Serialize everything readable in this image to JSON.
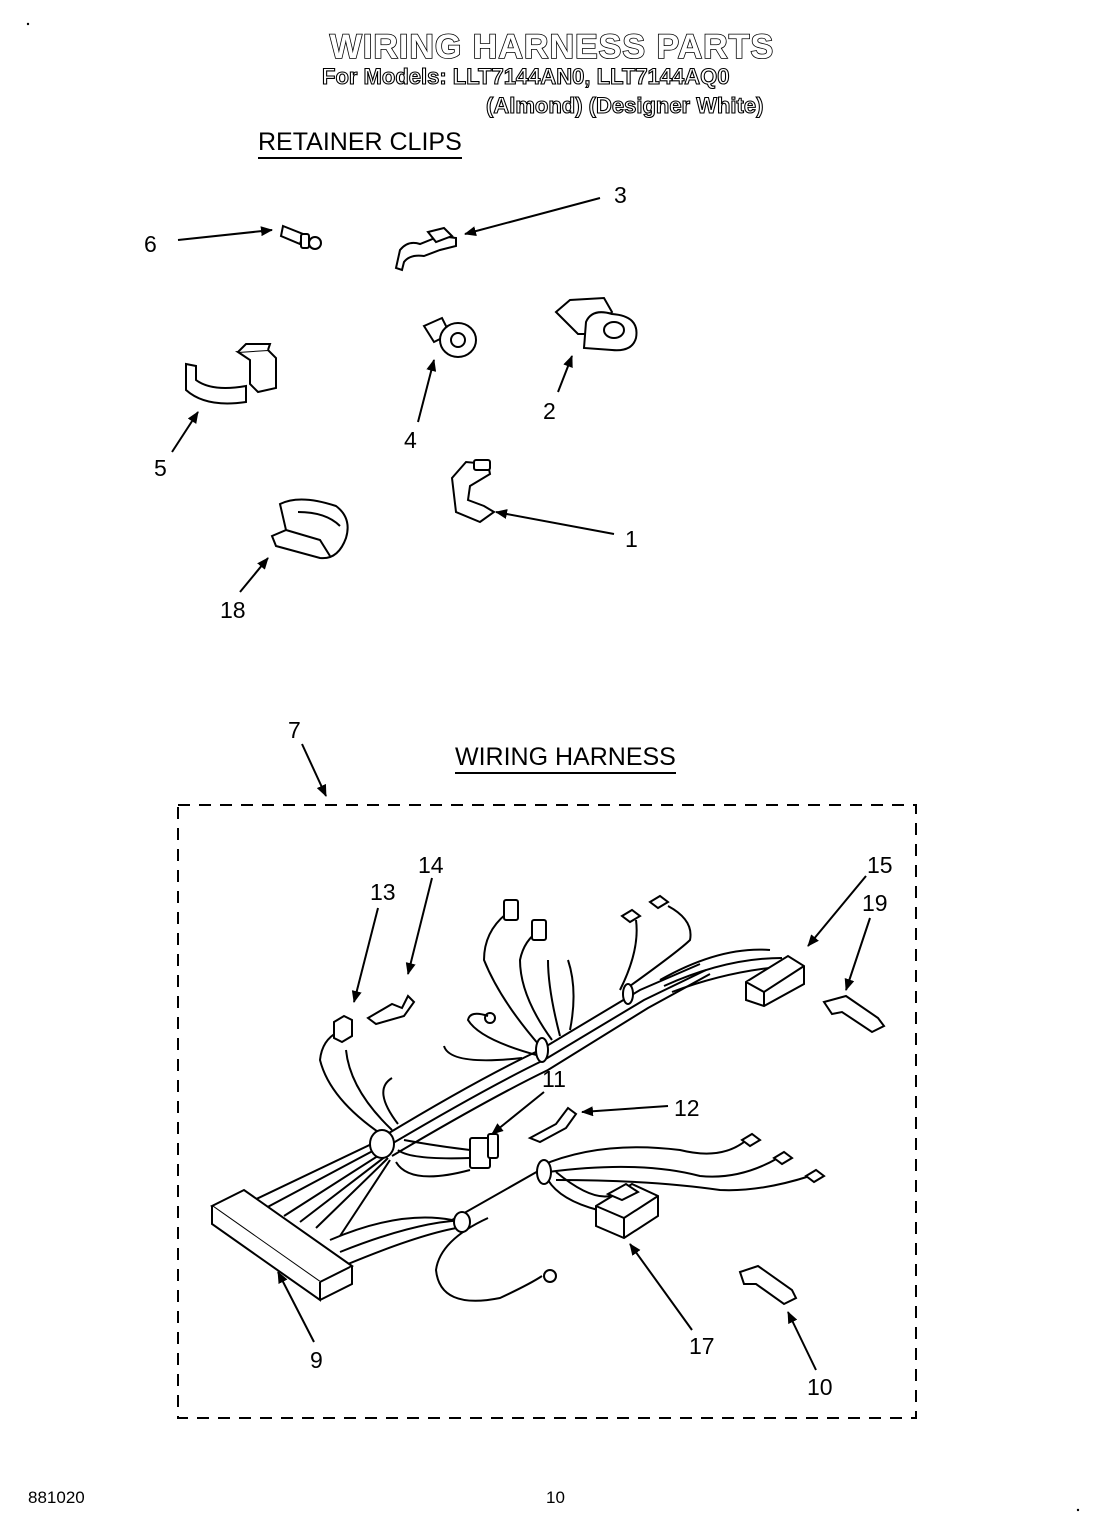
{
  "header": {
    "title": "WIRING HARNESS PARTS",
    "models_line": "For Models: LLT7144AN0, LLT7144AQ0",
    "variants_line": "(Almond)  (Designer White)"
  },
  "sections": {
    "retainer_clips": "RETAINER CLIPS",
    "wiring_harness": "WIRING HARNESS"
  },
  "callouts": {
    "c1": "1",
    "c2": "2",
    "c3": "3",
    "c4": "4",
    "c5": "5",
    "c6": "6",
    "c7": "7",
    "c9": "9",
    "c10": "10",
    "c11": "11",
    "c12": "12",
    "c13": "13",
    "c14": "14",
    "c15": "15",
    "c17": "17",
    "c18": "18",
    "c19": "19"
  },
  "footer": {
    "doc_number": "881020",
    "page_number": "10"
  }
}
